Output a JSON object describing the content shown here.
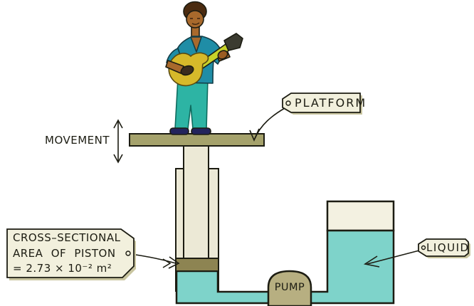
{
  "diagram": {
    "title_context": "hydraulic piston platform with guitarist",
    "labels": {
      "movement": "MOVEMENT",
      "platform": "PLATFORM",
      "piston_area_line1": "CROSS–SECTIONAL",
      "piston_area_line2": "AREA OF PISTON",
      "piston_area_line3": "= 2.73 × 10⁻² m²",
      "pump": "PUMP",
      "liquid": "LIQUID"
    },
    "values": {
      "piston_cross_sectional_area_m2": "2.73 × 10⁻²"
    },
    "icons": {
      "movement_arrow": "double-headed-vertical-arrow-icon",
      "tag_hole": "label-tag-hole-icon"
    },
    "colors": {
      "outline": "#1c1c12",
      "platform": "#a5a26c",
      "piston": "#8d8452",
      "pump": "#b7af81",
      "cylinder": "#ece9d6",
      "cream": "#f3f1e1",
      "liquid": "#7ed3ca",
      "tagbg": "#f2f0dd",
      "tagshadow": "#c9c5a0",
      "shirt": "#1f8da6",
      "pants": "#2db4a4",
      "skin": "#a8692c",
      "hair": "#4b2b10",
      "guitar": "#d6b92a",
      "gneck": "#c8d229",
      "dark": "#3b3b30",
      "shoes": "#23245c"
    }
  }
}
